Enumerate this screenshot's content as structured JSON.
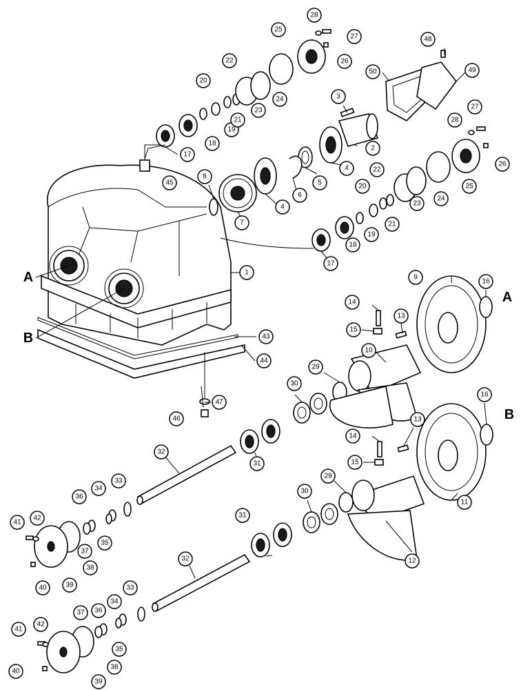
{
  "colors": {
    "ink": "#000000",
    "paper": "#ffffff"
  },
  "reference_letters": {
    "a_left": "A",
    "b_left": "B",
    "a_right": "A",
    "b_right": "B"
  },
  "callouts": [
    {
      "n": "1"
    },
    {
      "n": "2"
    },
    {
      "n": "3"
    },
    {
      "n": "4"
    },
    {
      "n": "4"
    },
    {
      "n": "5"
    },
    {
      "n": "6"
    },
    {
      "n": "7"
    },
    {
      "n": "8"
    },
    {
      "n": "9"
    },
    {
      "n": "10"
    },
    {
      "n": "11"
    },
    {
      "n": "12"
    },
    {
      "n": "13"
    },
    {
      "n": "13"
    },
    {
      "n": "14"
    },
    {
      "n": "14"
    },
    {
      "n": "15"
    },
    {
      "n": "15"
    },
    {
      "n": "16"
    },
    {
      "n": "16"
    },
    {
      "n": "17"
    },
    {
      "n": "17"
    },
    {
      "n": "18"
    },
    {
      "n": "18"
    },
    {
      "n": "19"
    },
    {
      "n": "19"
    },
    {
      "n": "20"
    },
    {
      "n": "20"
    },
    {
      "n": "21"
    },
    {
      "n": "21"
    },
    {
      "n": "22"
    },
    {
      "n": "22"
    },
    {
      "n": "23"
    },
    {
      "n": "23"
    },
    {
      "n": "24"
    },
    {
      "n": "24"
    },
    {
      "n": "25"
    },
    {
      "n": "25"
    },
    {
      "n": "26"
    },
    {
      "n": "26"
    },
    {
      "n": "27"
    },
    {
      "n": "27"
    },
    {
      "n": "28"
    },
    {
      "n": "28"
    },
    {
      "n": "29"
    },
    {
      "n": "29"
    },
    {
      "n": "30"
    },
    {
      "n": "30"
    },
    {
      "n": "31"
    },
    {
      "n": "31"
    },
    {
      "n": "32"
    },
    {
      "n": "32"
    },
    {
      "n": "33"
    },
    {
      "n": "33"
    },
    {
      "n": "34"
    },
    {
      "n": "34"
    },
    {
      "n": "35"
    },
    {
      "n": "35"
    },
    {
      "n": "36"
    },
    {
      "n": "36"
    },
    {
      "n": "37"
    },
    {
      "n": "37"
    },
    {
      "n": "38"
    },
    {
      "n": "38"
    },
    {
      "n": "39"
    },
    {
      "n": "39"
    },
    {
      "n": "40"
    },
    {
      "n": "40"
    },
    {
      "n": "41"
    },
    {
      "n": "41"
    },
    {
      "n": "42"
    },
    {
      "n": "42"
    },
    {
      "n": "43"
    },
    {
      "n": "44"
    },
    {
      "n": "45"
    },
    {
      "n": "46"
    },
    {
      "n": "47"
    },
    {
      "n": "48"
    },
    {
      "n": "49"
    },
    {
      "n": "50"
    }
  ]
}
